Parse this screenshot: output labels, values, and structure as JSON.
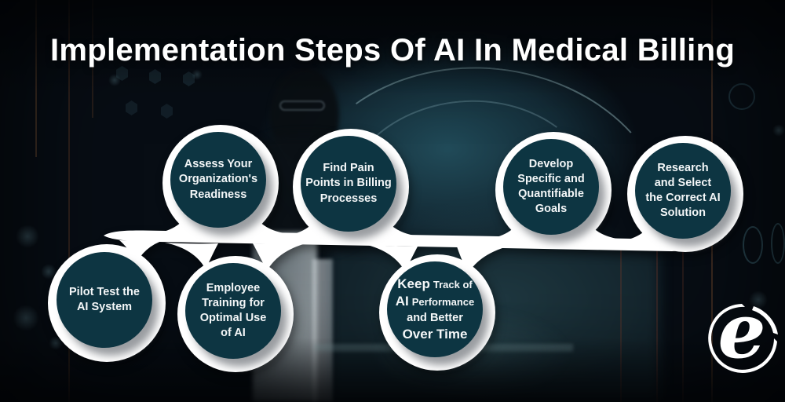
{
  "title": "Implementation Steps Of AI In Medical Billing",
  "steps": [
    {
      "lines": [
        "Assess Your",
        "Organization's",
        "Readiness"
      ]
    },
    {
      "lines": [
        "Find Pain",
        "Points in Billing",
        "Processes"
      ]
    },
    {
      "lines": [
        "Develop",
        "Specific and",
        "Quantifiable",
        "Goals"
      ]
    },
    {
      "lines": [
        "Research",
        "and Select",
        "the Correct AI",
        "Solution"
      ]
    },
    {
      "lines": [
        "Pilot Test the",
        "AI System"
      ]
    },
    {
      "lines": [
        "Employee",
        "Training for",
        "Optimal Use",
        "of AI"
      ]
    },
    {
      "mixed": {
        "l1_big": "Keep",
        "l1_small": "Track of",
        "l2_big": "AI",
        "l2_small": "Performance",
        "l3": "and Better",
        "l4": "Over Time"
      }
    }
  ],
  "logo": {
    "letter": "e"
  },
  "colors": {
    "step_circle": "#0d3542",
    "ribbon": "#ffffff",
    "background": "#070d14",
    "glow_teal": "#245864",
    "title": "#ffffff"
  }
}
